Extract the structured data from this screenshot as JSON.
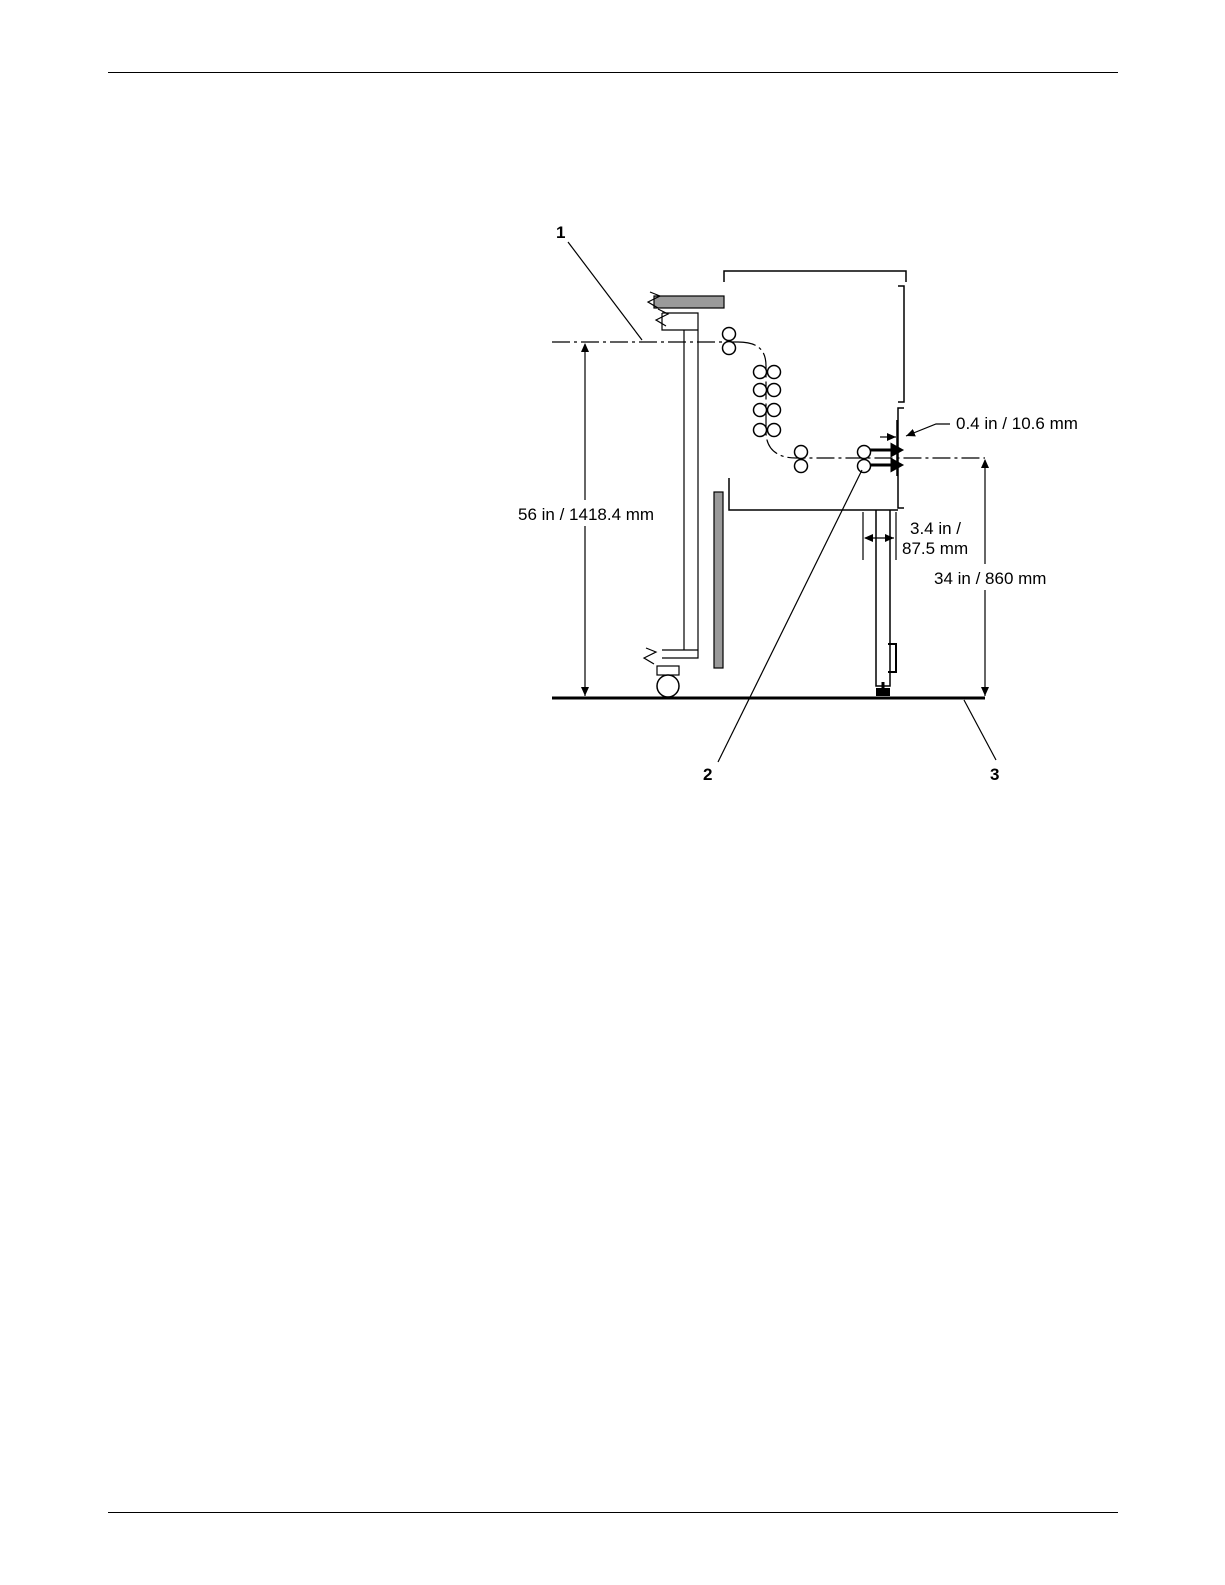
{
  "page": {
    "header_rule": true,
    "footer_rule": true
  },
  "diagram": {
    "callouts": [
      "1",
      "2",
      "3"
    ],
    "dimensions": {
      "total_height": "56 in / 1418.4 mm",
      "output_height": "34 in / 860 mm",
      "gap": "0.4 in / 10.6 mm",
      "depth_line1": "3.4 in /",
      "depth_line2": "87.5 mm"
    }
  }
}
